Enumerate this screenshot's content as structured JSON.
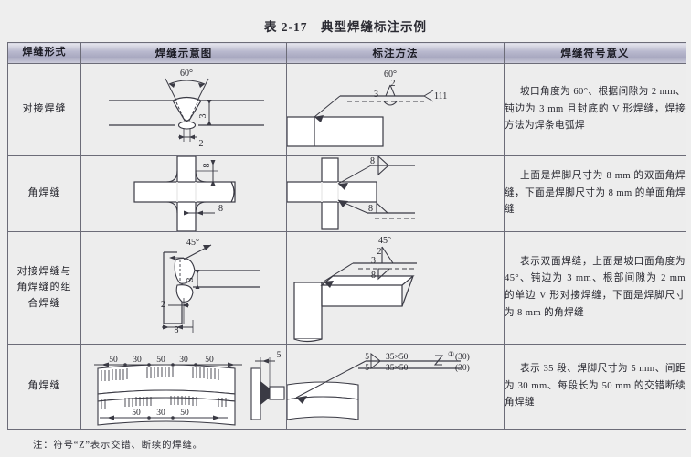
{
  "title": {
    "prefix": "表",
    "number": "2-17",
    "text": "典型焊缝标注示例",
    "full": "表 2-17　典型焊缝标注示例"
  },
  "table": {
    "headers": [
      "焊缝形式",
      "焊缝示意图",
      "标注方法",
      "焊缝符号意义"
    ],
    "rows": [
      {
        "form": "对接焊缝",
        "diagram_labels": [
          "60°",
          "3",
          "2"
        ],
        "annotation_labels": [
          "60°",
          "2",
          "3",
          "111"
        ],
        "meaning": "坡口角度为 60°、根据间隙为 2 mm、钝边为 3 mm 且封底的 V 形焊缝，焊接方法为焊条电弧焊"
      },
      {
        "form": "角焊缝",
        "diagram_labels": [
          "8",
          "8"
        ],
        "annotation_labels": [
          "8",
          "8"
        ],
        "meaning": "上面是焊脚尺寸为 8 mm 的双面角焊缝，下面是焊脚尺寸为 8 mm 的单面角焊缝"
      },
      {
        "form": "对接焊缝与角焊缝的组合焊缝",
        "form_lines": [
          "对接焊缝与",
          "角焊缝的组",
          "合焊缝"
        ],
        "diagram_labels": [
          "45°",
          "3",
          "2",
          "8"
        ],
        "annotation_labels": [
          "45°",
          "2",
          "3",
          "8"
        ],
        "meaning": "表示双面焊缝，上面是坡口面角度为 45°、钝边为 3 mm、根部间隙为 2 mm 的单边 V 形对接焊缝，下面是焊脚尺寸为 8 mm 的角焊缝"
      },
      {
        "form": "角焊缝",
        "diagram_labels_top": [
          "50",
          "30",
          "50",
          "30",
          "50"
        ],
        "diagram_labels_bottom": [
          "50",
          "30",
          "50"
        ],
        "diagram_labels_side": [
          "5"
        ],
        "annotation_labels": [
          "5",
          "5",
          "35×50",
          "35×50",
          "Z",
          "(30)",
          "(30)"
        ],
        "meaning": "表示 35 段、焊脚尺寸为 5 mm、间距为 30 mm、每段长为 50 mm 的交错断续角焊缝"
      }
    ]
  },
  "footnote": "注：符号“Z”表示交错、断续的焊缝。",
  "colors": {
    "page_bg": "#eeeeee",
    "cell_bg": "#ededed",
    "header_grad_light": "#e6e6ee",
    "header_grad_dark": "#a8a8c0",
    "border": "#6c6c78",
    "line": "#3a3a44",
    "text": "#23232a"
  }
}
